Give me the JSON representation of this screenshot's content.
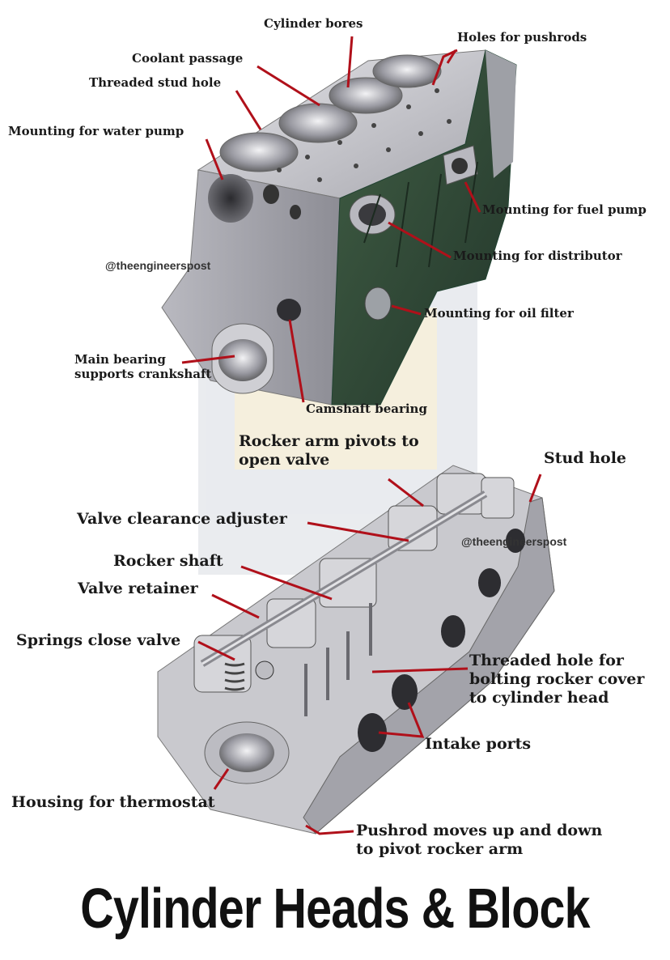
{
  "block_labels": {
    "cylinder_bores": "Cylinder bores",
    "holes_for_pushrods": "Holes for pushrods",
    "coolant_passage": "Coolant passage",
    "threaded_stud_hole": "Threaded stud hole",
    "mounting_water_pump": "Mounting for water pump",
    "mounting_fuel_pump": "Mounting for fuel pump",
    "mounting_distributor": "Mounting for distributor",
    "mounting_oil_filter": "Mounting for oil filter",
    "main_bearing": "Main bearing supports crankshaft",
    "camshaft_bearing": "Camshaft bearing"
  },
  "head_labels": {
    "rocker_arm_pivots": "Rocker arm pivots to open valve",
    "stud_hole": "Stud hole",
    "valve_clearance": "Valve clearance adjuster",
    "rocker_shaft": "Rocker shaft",
    "valve_retainer": "Valve retainer",
    "springs_close": "Springs close valve",
    "threaded_hole_cover": "Threaded hole for bolting rocker cover to cylinder head",
    "intake_ports": "Intake ports",
    "housing_thermostat": "Housing for thermostat",
    "pushrod_moves": "Pushrod moves up and down to pivot rocker arm"
  },
  "watermark": "@theengineerspost",
  "title": "Cylinder Heads & Block",
  "colors": {
    "leader": "#b0101a",
    "metal": "#c8c8cc",
    "green_face": "#2f4a33"
  }
}
